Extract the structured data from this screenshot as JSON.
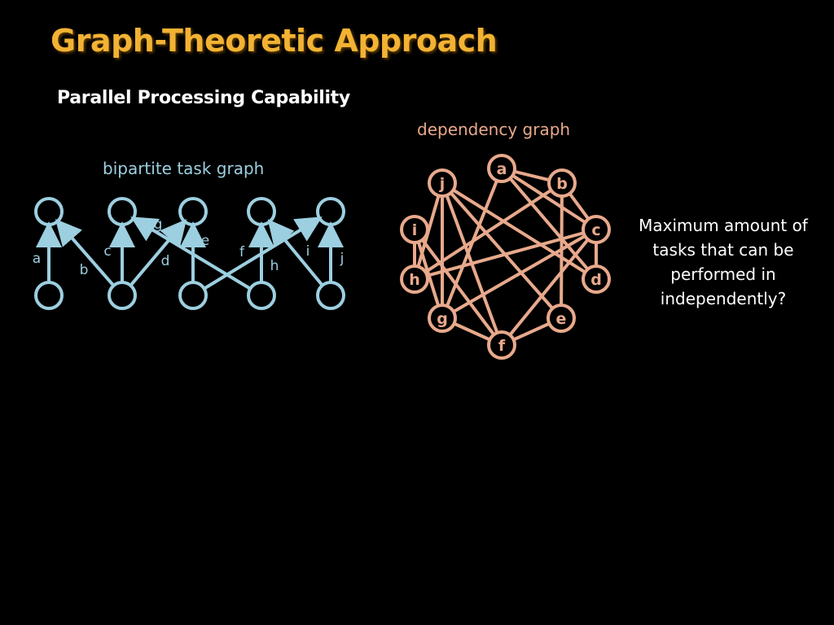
{
  "slide": {
    "title": "Graph-Theoretic Approach",
    "subtitle": "Parallel Processing Capability",
    "question": "Maximum amount of tasks that can be performed in independently?"
  },
  "bipartite": {
    "label": "bipartite  task graph",
    "color": "#9ccfe0",
    "top_nodes": [
      "T1",
      "T2",
      "T3",
      "T4",
      "T5"
    ],
    "bottom_nodes": [
      "B1",
      "B2",
      "B3",
      "B4",
      "B5"
    ],
    "edges": [
      {
        "label": "a",
        "from": "B1",
        "to": "T1"
      },
      {
        "label": "b",
        "from": "B2",
        "to": "T1"
      },
      {
        "label": "c",
        "from": "B2",
        "to": "T2"
      },
      {
        "label": "d",
        "from": "B2",
        "to": "T3"
      },
      {
        "label": "e",
        "from": "B3",
        "to": "T3"
      },
      {
        "label": "f",
        "from": "B3",
        "to": "T5"
      },
      {
        "label": "g",
        "from": "B4",
        "to": "T2"
      },
      {
        "label": "h",
        "from": "B4",
        "to": "T4"
      },
      {
        "label": "i",
        "from": "B5",
        "to": "T4"
      },
      {
        "label": "j",
        "from": "B5",
        "to": "T5"
      }
    ]
  },
  "dependency": {
    "label": "dependency graph",
    "color": "#e8a98c",
    "nodes": [
      "a",
      "b",
      "c",
      "d",
      "e",
      "f",
      "g",
      "h",
      "i",
      "j"
    ],
    "edges": [
      [
        "a",
        "b"
      ],
      [
        "a",
        "c"
      ],
      [
        "a",
        "d"
      ],
      [
        "a",
        "g"
      ],
      [
        "b",
        "c"
      ],
      [
        "b",
        "h"
      ],
      [
        "b",
        "e"
      ],
      [
        "c",
        "d"
      ],
      [
        "c",
        "h"
      ],
      [
        "c",
        "g"
      ],
      [
        "c",
        "f"
      ],
      [
        "d",
        "j"
      ],
      [
        "e",
        "f"
      ],
      [
        "e",
        "j"
      ],
      [
        "f",
        "g"
      ],
      [
        "f",
        "i"
      ],
      [
        "f",
        "j"
      ],
      [
        "g",
        "i"
      ],
      [
        "g",
        "j"
      ],
      [
        "h",
        "i"
      ],
      [
        "h",
        "j"
      ]
    ]
  }
}
